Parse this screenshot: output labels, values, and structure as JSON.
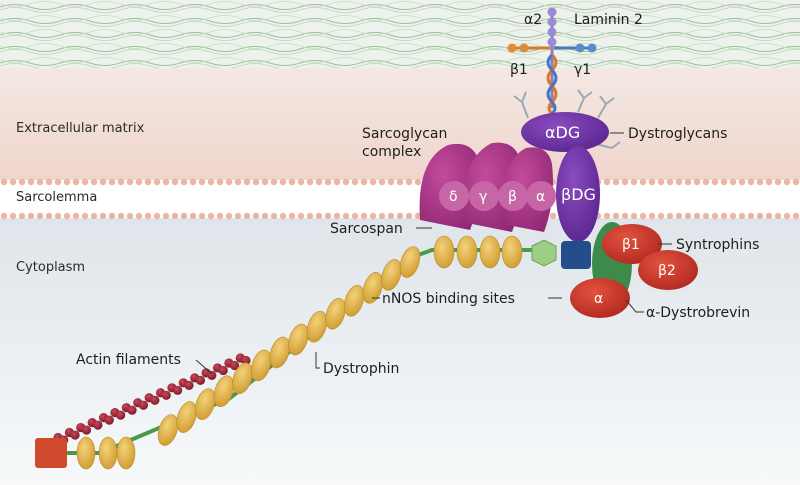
{
  "regions": {
    "extracellular": "Extracellular matrix",
    "sarcolemma": "Sarcolemma",
    "cytoplasm": "Cytoplasm"
  },
  "labels": {
    "laminin": "Laminin 2",
    "alpha2": "α2",
    "beta1": "β1",
    "gamma1": "γ1",
    "sarcoglycan_line1": "Sarcoglycan",
    "sarcoglycan_line2": "complex",
    "dystroglycans": "Dystroglycans",
    "sarcospan": "Sarcospan",
    "syntrophins": "Syntrophins",
    "nnos": "nNOS binding sites",
    "dystrobrevin": "α-Dystrobrevin",
    "actin": "Actin filaments",
    "dystrophin": "Dystrophin"
  },
  "symbols": {
    "alpha_dg": "αDG",
    "beta_dg": "βDG",
    "delta": "δ",
    "gamma": "γ",
    "beta": "β",
    "alpha": "α",
    "syn_beta1": "β1",
    "syn_beta2": "β2",
    "syn_alpha": "α"
  },
  "colors": {
    "ecm_band": "#e9eee6",
    "ecm_fibers": "#8fb38f",
    "ecm_pink": "#f3ddd6",
    "cytoplasm": "#dde3e8",
    "membrane_dots": "#eab5a3",
    "sarcoglycan": "#b2388b",
    "sarcoglycan_inner": "#c766a6",
    "dystroglycan": "#6a2da0",
    "syntrophin": "#d43a2a",
    "dystrobrevin": "#3e8a4a",
    "dystrophin_bead": "#e5b64c",
    "actin_bead": "#9a2435",
    "linker": "#4a9a4c"
  }
}
